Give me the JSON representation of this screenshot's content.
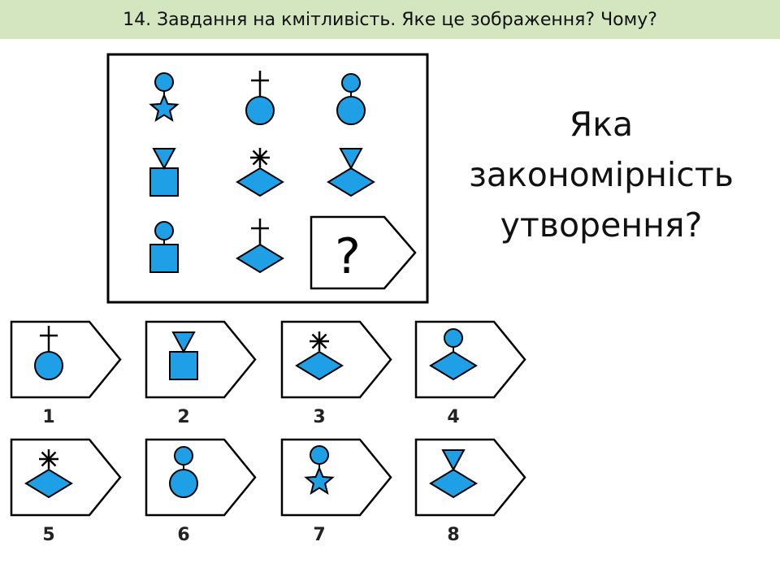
{
  "header": {
    "title": "14. Завдання на кмітливість. Яке це зображення? Чому?"
  },
  "question": {
    "lines": [
      "Яка",
      "закономірність",
      "утворення?"
    ]
  },
  "puzzle": {
    "question_mark": "?",
    "grid": [
      [
        {
          "top": "circle",
          "bottom": "star"
        },
        {
          "top": "cross",
          "bottom": "circle"
        },
        {
          "top": "circle",
          "bottom": "circle"
        }
      ],
      [
        {
          "top": "triangle",
          "bottom": "square"
        },
        {
          "top": "asterisk",
          "bottom": "diamond"
        },
        {
          "top": "triangle",
          "bottom": "diamond"
        }
      ],
      [
        {
          "top": "circle",
          "bottom": "square"
        },
        {
          "top": "cross",
          "bottom": "diamond"
        },
        null
      ]
    ]
  },
  "options": [
    {
      "number": "1",
      "top": "cross",
      "bottom": "circle"
    },
    {
      "number": "2",
      "top": "triangle",
      "bottom": "square"
    },
    {
      "number": "3",
      "top": "asterisk",
      "bottom": "diamond"
    },
    {
      "number": "4",
      "top": "circle",
      "bottom": "diamond"
    },
    {
      "number": "5",
      "top": "asterisk",
      "bottom": "diamond"
    },
    {
      "number": "6",
      "top": "circle",
      "bottom": "circle"
    },
    {
      "number": "7",
      "top": "circle",
      "bottom": "star"
    },
    {
      "number": "8",
      "top": "triangle",
      "bottom": "diamond"
    }
  ],
  "colors": {
    "shape_fill": "#1fa0e6",
    "outline": "#000000",
    "header_bg": "#d4e6bf"
  }
}
